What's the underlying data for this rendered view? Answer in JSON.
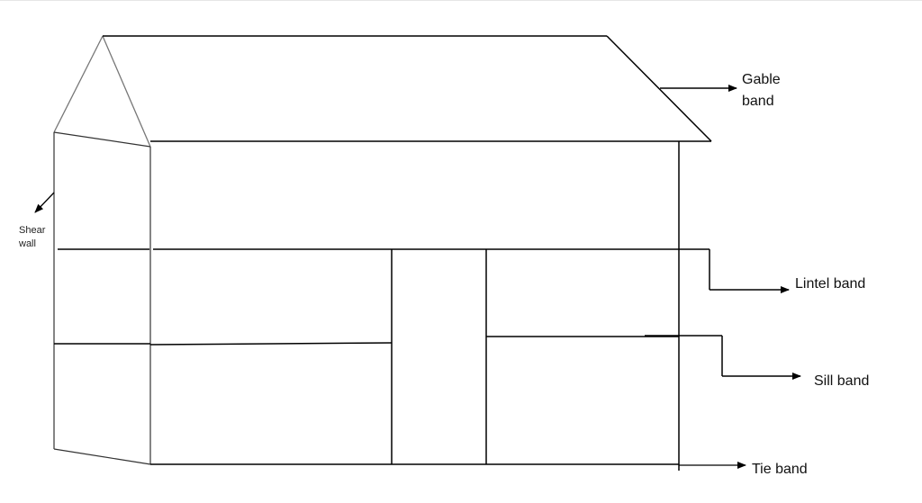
{
  "labels": {
    "gable_band": [
      "Gable",
      "band"
    ],
    "lintel_band": "Lintel band",
    "sill_band": "Sill band",
    "tie_band": "Tie band",
    "shear_wall": [
      "Shear",
      "wall"
    ]
  },
  "colors": {
    "line": "#000000",
    "roof_gable_edge": "#777777",
    "background": "#ffffff"
  }
}
